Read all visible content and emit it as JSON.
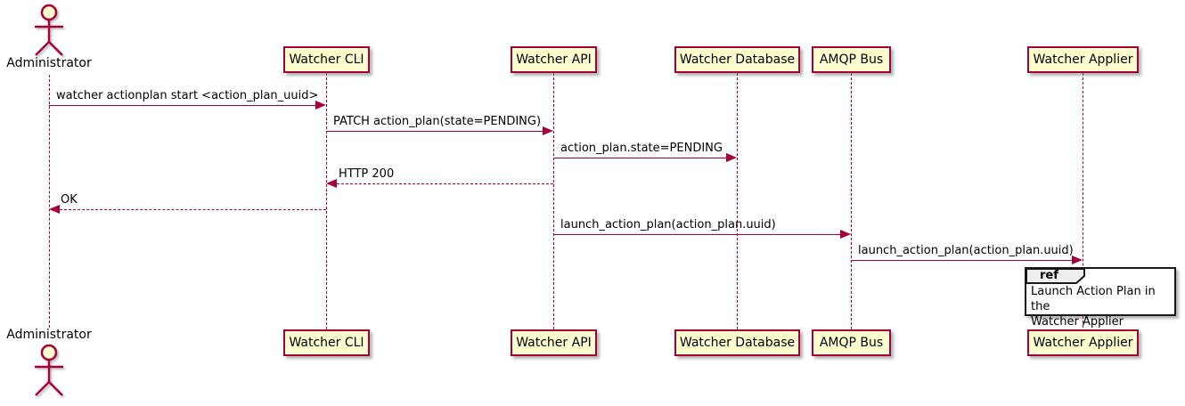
{
  "diagram": {
    "type": "uml-sequence",
    "actor": {
      "name": "Administrator"
    },
    "participants": [
      {
        "name": "Watcher CLI"
      },
      {
        "name": "Watcher API"
      },
      {
        "name": "Watcher Database"
      },
      {
        "name": "AMQP Bus"
      },
      {
        "name": "Watcher Applier"
      }
    ],
    "messages": [
      {
        "from": "Administrator",
        "to": "Watcher CLI",
        "label": "watcher actionplan start <action_plan_uuid>",
        "line": "solid",
        "direction": "right"
      },
      {
        "from": "Watcher CLI",
        "to": "Watcher API",
        "label": "PATCH action_plan(state=PENDING)",
        "line": "solid",
        "direction": "right"
      },
      {
        "from": "Watcher API",
        "to": "Watcher Database",
        "label": "action_plan.state=PENDING",
        "line": "solid",
        "direction": "right"
      },
      {
        "from": "Watcher API",
        "to": "Watcher CLI",
        "label": "HTTP 200",
        "line": "dashed",
        "direction": "left"
      },
      {
        "from": "Watcher CLI",
        "to": "Administrator",
        "label": "OK",
        "line": "dashed",
        "direction": "left"
      },
      {
        "from": "Watcher API",
        "to": "AMQP Bus",
        "label": "launch_action_plan(action_plan.uuid)",
        "line": "solid",
        "direction": "right"
      },
      {
        "from": "AMQP Bus",
        "to": "Watcher Applier",
        "label": "launch_action_plan(action_plan.uuid)",
        "line": "solid",
        "direction": "right"
      }
    ],
    "ref_fragment": {
      "keyword": "ref",
      "text": "Launch Action Plan in the\nWatcher Applier",
      "over": "Watcher Applier"
    },
    "colors": {
      "participant_fill": "#FEFECE",
      "stroke": "#A80036",
      "text": "#000000",
      "ref_border": "#181818",
      "ref_header_fill": "#EEEEEE",
      "background": "#FFFFFF"
    }
  }
}
